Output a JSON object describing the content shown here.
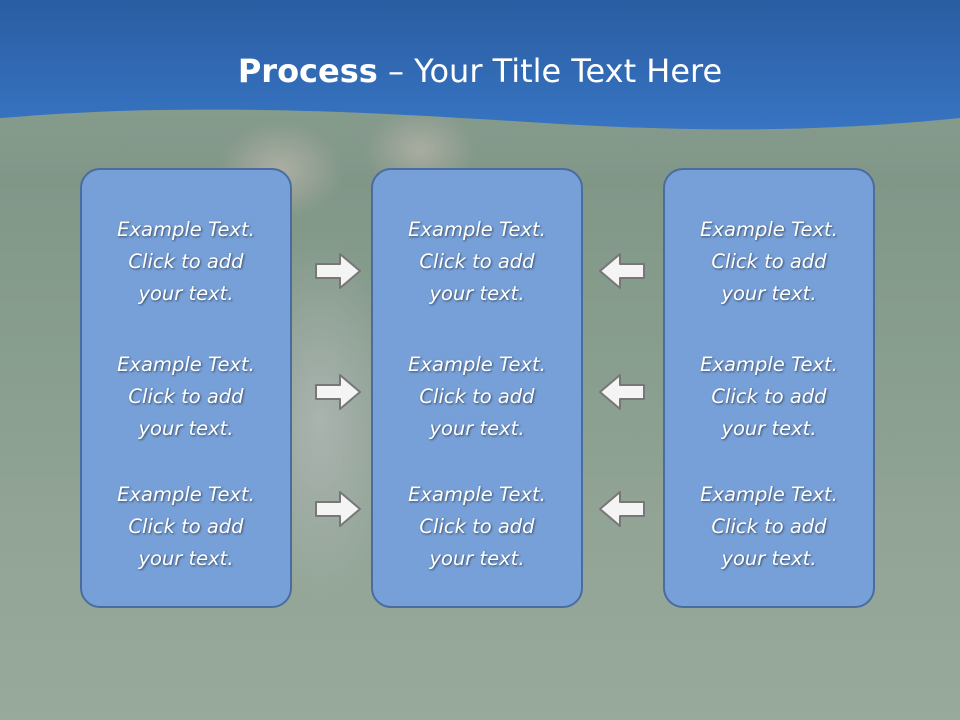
{
  "title": {
    "bold": "Process",
    "rest": " – Your Title Text Here"
  },
  "columns": [
    {
      "items": [
        {
          "line1": "Example Text.",
          "line2": "Click  to add",
          "line3": "your text."
        },
        {
          "line1": "Example Text.",
          "line2": "Click  to add",
          "line3": "your text."
        },
        {
          "line1": "Example Text.",
          "line2": "Click  to add",
          "line3": "your text."
        }
      ]
    },
    {
      "items": [
        {
          "line1": "Example Text.",
          "line2": "Click  to add",
          "line3": "your text."
        },
        {
          "line1": "Example Text.",
          "line2": "Click  to add",
          "line3": "your text."
        },
        {
          "line1": "Example Text.",
          "line2": "Click  to add",
          "line3": "your text."
        }
      ]
    },
    {
      "items": [
        {
          "line1": "Example Text.",
          "line2": "Click  to add",
          "line3": "your text."
        },
        {
          "line1": "Example Text.",
          "line2": "Click  to add",
          "line3": "your text."
        },
        {
          "line1": "Example Text.",
          "line2": "Click  to add",
          "line3": "your text."
        }
      ]
    }
  ],
  "arrows": {
    "left_column": "arrow-right-icon",
    "right_column": "arrow-left-icon"
  },
  "colors": {
    "header_band": "#2f66ad",
    "box_fill": "#77a0d8",
    "box_border": "#4a6c9e",
    "arrow_fill": "#f4f4f4",
    "arrow_stroke": "#777777"
  }
}
